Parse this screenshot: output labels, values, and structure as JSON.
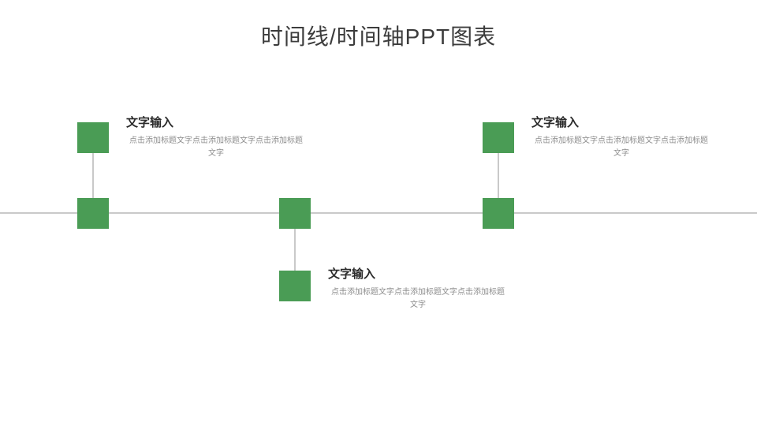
{
  "slide": {
    "title": "时间线/时间轴PPT图表",
    "background_color": "#ffffff"
  },
  "theme": {
    "accent_color": "#4a9c55",
    "line_color": "#c9c9c9",
    "heading_color": "#2b2b2b",
    "body_color": "#8d8d8d",
    "title_color": "#3c3c3c"
  },
  "timeline": {
    "axis_label": "timeline-axis",
    "nodes": [
      {
        "id": "node-1",
        "position": "above",
        "heading": "文字输入",
        "body": "点击添加标题文字点击添加标题文字点击添加标题文字"
      },
      {
        "id": "node-2",
        "position": "below",
        "heading": "文字输入",
        "body": "点击添加标题文字点击添加标题文字点击添加标题文字"
      },
      {
        "id": "node-3",
        "position": "above",
        "heading": "文字输入",
        "body": "点击添加标题文字点击添加标题文字点击添加标题文字"
      }
    ]
  }
}
